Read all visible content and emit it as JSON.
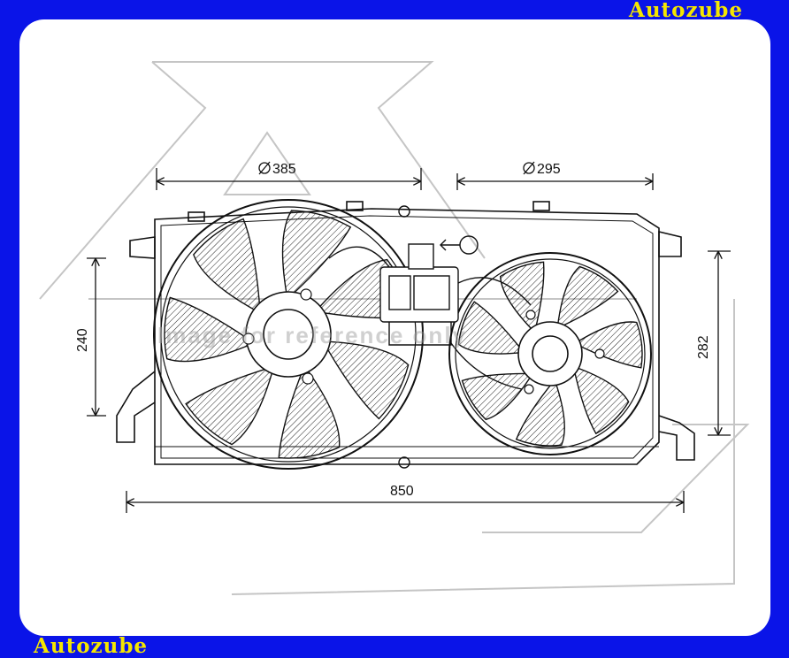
{
  "brand": {
    "top": "Autozube",
    "bottom": "Autozube"
  },
  "dimensions": {
    "large_fan_diameter": "385",
    "small_fan_diameter": "295",
    "overall_width": "850",
    "left_height": "240",
    "right_height": "282"
  },
  "watermark": "Image for reference only",
  "colors": {
    "background": "#0a14e8",
    "brand": "#f5e600",
    "panel": "#ffffff",
    "line": "#111111"
  }
}
